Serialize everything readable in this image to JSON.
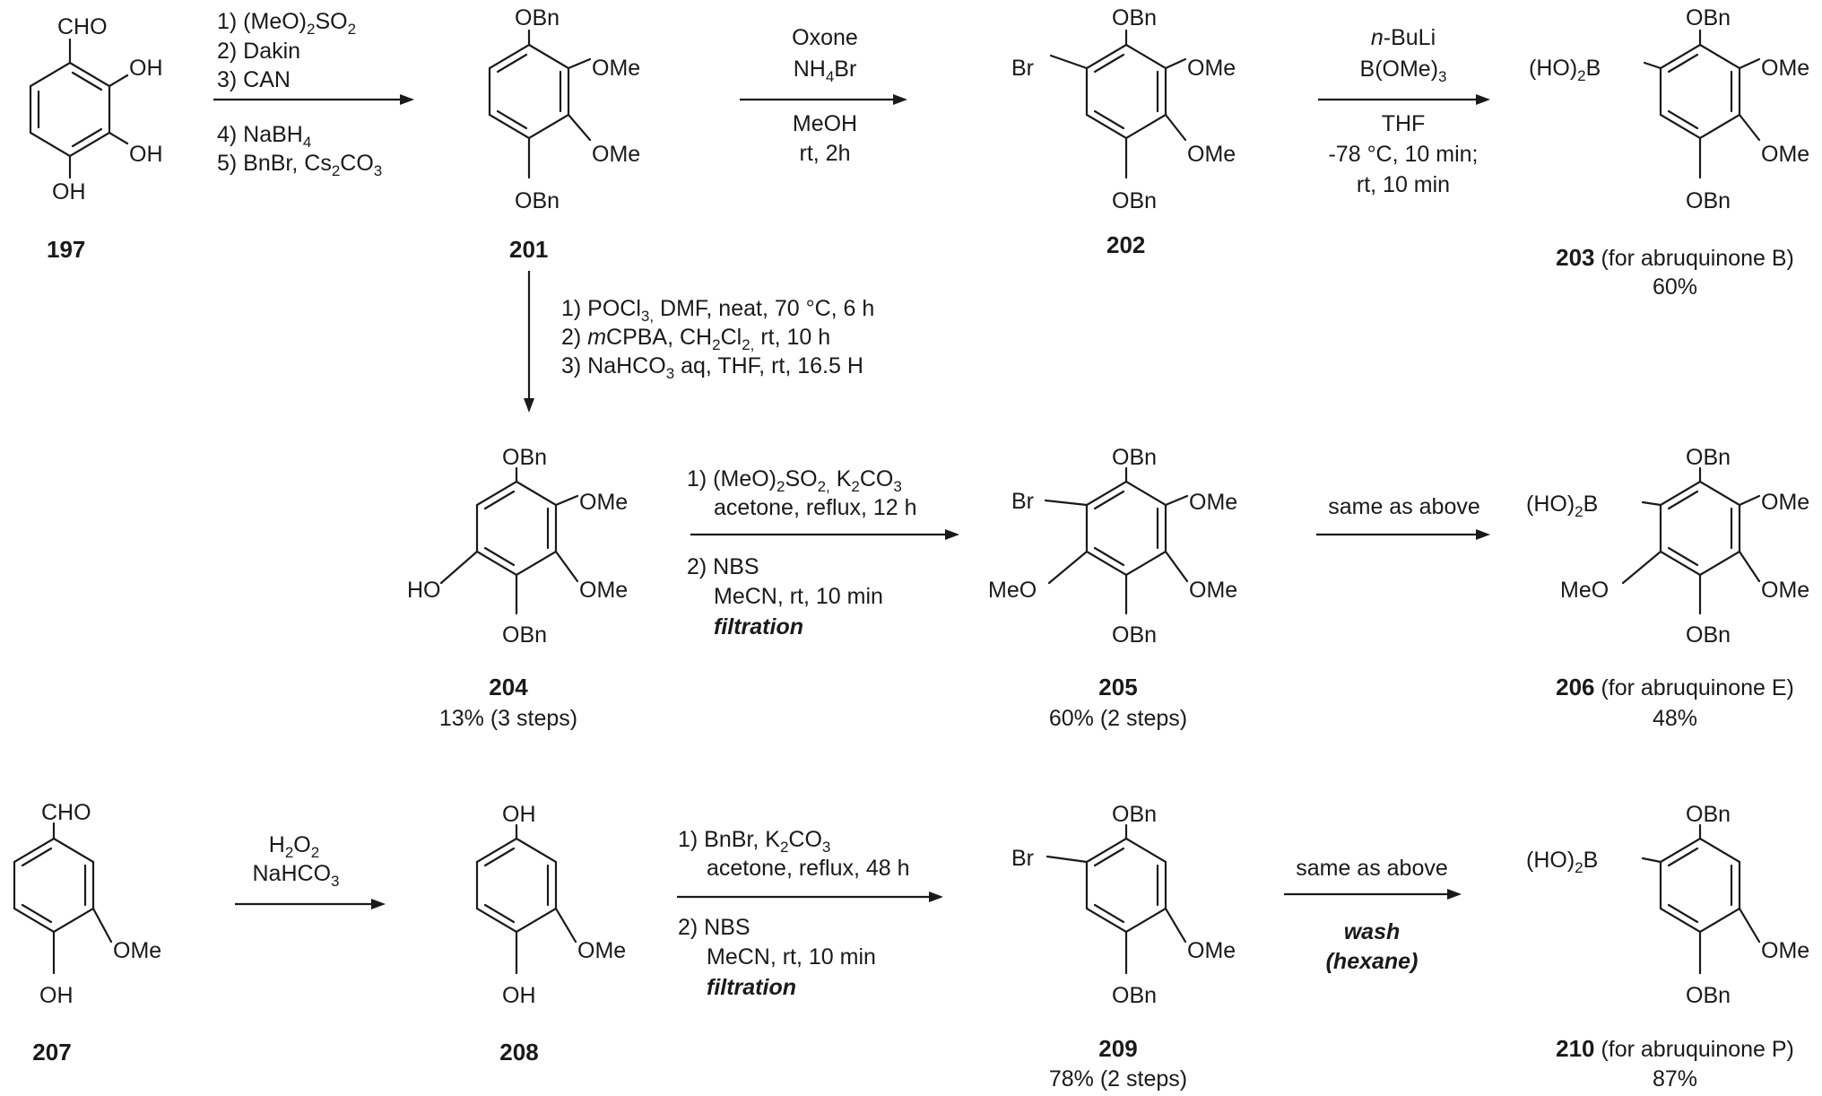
{
  "compounds": [
    {
      "id": "c197",
      "number": "197",
      "note": "",
      "yield": ""
    },
    {
      "id": "c201",
      "number": "201",
      "note": "",
      "yield": ""
    },
    {
      "id": "c202",
      "number": "202",
      "note": "",
      "yield": ""
    },
    {
      "id": "c203",
      "number": "203",
      "note": " (for abruquinone B)",
      "yield": "60%"
    },
    {
      "id": "c204",
      "number": "204",
      "note": "",
      "yield": "13% (3 steps)"
    },
    {
      "id": "c205",
      "number": "205",
      "note": "",
      "yield": "60% (2 steps)"
    },
    {
      "id": "c206",
      "number": "206",
      "note": " (for abruquinone E)",
      "yield": "48%"
    },
    {
      "id": "c207",
      "number": "207",
      "note": "",
      "yield": ""
    },
    {
      "id": "c208",
      "number": "208",
      "note": "",
      "yield": ""
    },
    {
      "id": "c209",
      "number": "209",
      "note": "",
      "yield": "78% (2 steps)"
    },
    {
      "id": "c210",
      "number": "210",
      "note": " (for abruquinone P)",
      "yield": "87%"
    }
  ],
  "groups": {
    "cho": "CHO",
    "oh": "OH",
    "ho": "HO",
    "ome": "OMe",
    "meo": "MeO",
    "obn": "OBn",
    "br": "Br",
    "boronic": "(HO)",
    "boronic_sub": "2",
    "boronic_b": "B"
  },
  "conditions": {
    "r1": {
      "l1a": "1) (MeO)",
      "l1s": "2",
      "l1b": "SO",
      "l1s2": "2",
      "l2": "2) Dakin",
      "l3": "3) CAN",
      "l4a": "4) NaBH",
      "l4s": "4",
      "l5a": "5) BnBr, Cs",
      "l5s": "2",
      "l5b": "CO",
      "l5s2": "3"
    },
    "r2": {
      "l1": "Oxone",
      "l2a": "NH",
      "l2s": "4",
      "l2b": "Br",
      "l3": "MeOH",
      "l4": "rt, 2h"
    },
    "r3": {
      "l1a": "n",
      "l1b": "-BuLi",
      "l2a": "B(OMe)",
      "l2s": "3",
      "l3": "THF",
      "l4": "-78 °C, 10 min;",
      "l5": "rt, 10 min"
    },
    "r4": {
      "l1a": "1) POCl",
      "l1s": "3,",
      "l1b": " DMF, neat, 70 °C, 6 h",
      "l2a": "2) ",
      "l2i": "m",
      "l2b": "CPBA, CH",
      "l2s": "2",
      "l2c": "Cl",
      "l2s2": "2,",
      "l2d": " rt, 10 h",
      "l3a": "3) NaHCO",
      "l3s": "3",
      "l3b": " aq, THF, rt, 16.5 H"
    },
    "r5": {
      "l1a": "1) (MeO)",
      "l1s": "2",
      "l1b": "SO",
      "l1s2": "2,",
      "l1c": " K",
      "l1s3": "2",
      "l1d": "CO",
      "l1s4": "3",
      "l2": "acetone, reflux, 12 h",
      "l3": "2) NBS",
      "l4": "MeCN, rt, 10 min",
      "l5": "filtration"
    },
    "r6": {
      "l1": "same as above"
    },
    "r7": {
      "l1a": "H",
      "l1s": "2",
      "l1b": "O",
      "l1s2": "2",
      "l2a": "NaHCO",
      "l2s": "3"
    },
    "r8": {
      "l1a": "1) BnBr, K",
      "l1s": "2",
      "l1b": "CO",
      "l1s2": "3",
      "l2": "acetone, reflux, 48 h",
      "l3": "2) NBS",
      "l4": "MeCN, rt, 10 min",
      "l5": "filtration"
    },
    "r9": {
      "l1": "same as above",
      "l2": "wash",
      "l3": "(hexane)"
    }
  }
}
